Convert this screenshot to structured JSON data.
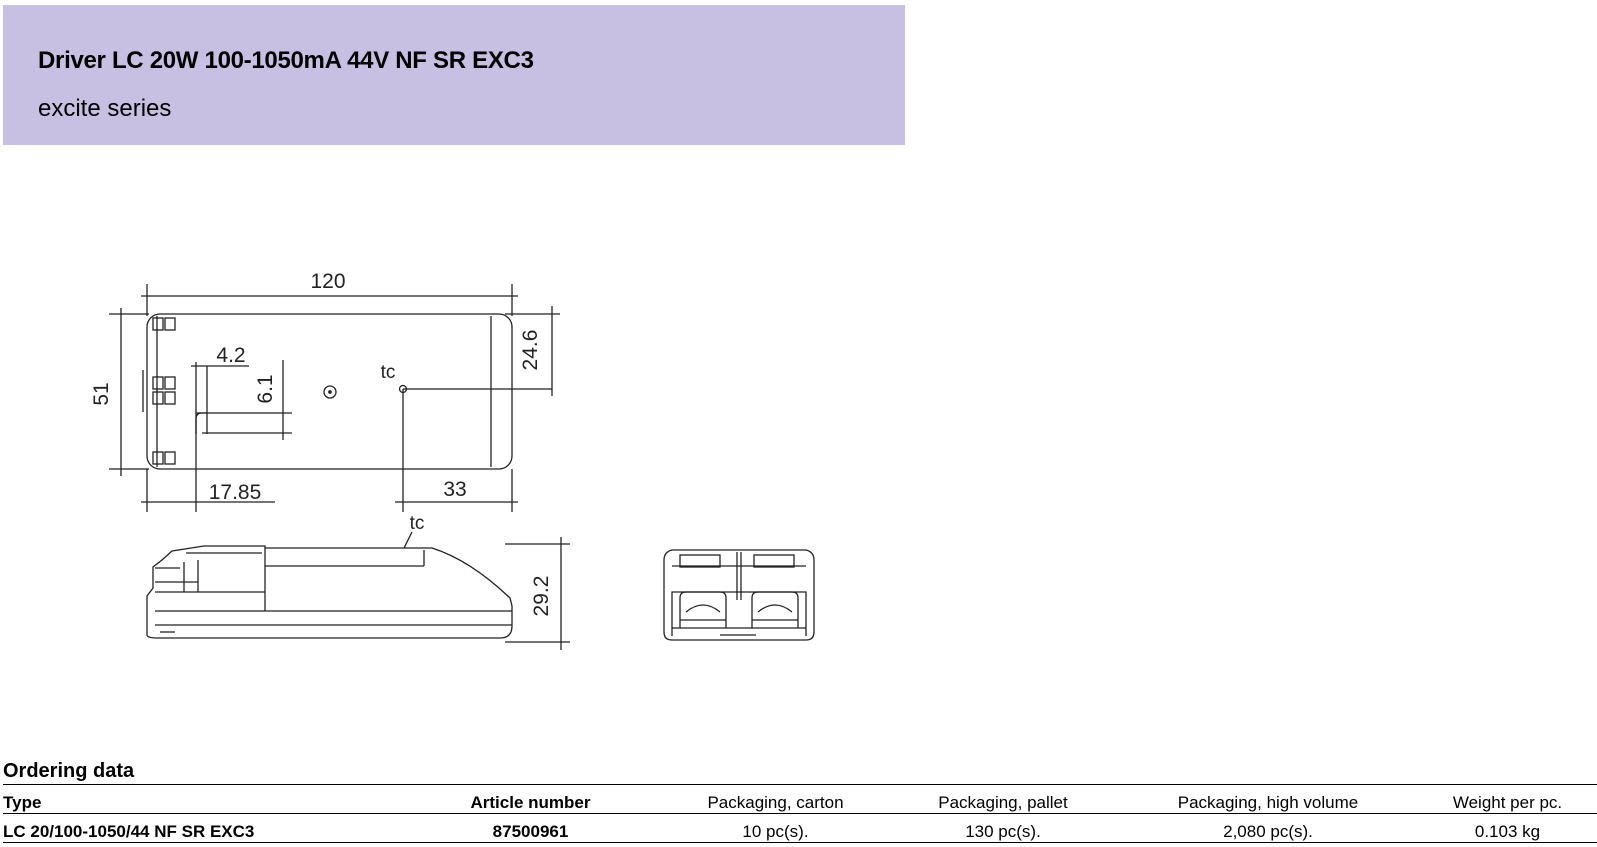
{
  "header": {
    "title": "Driver LC 20W 100-1050mA 44V NF SR EXC3",
    "subtitle": "excite series"
  },
  "drawing": {
    "dim_length": "120",
    "dim_width": "51",
    "dim_side": "24.6",
    "dim_slot_w": "4.2",
    "dim_slot_h": "6.1",
    "dim_hole_x": "17.85",
    "dim_tc_x": "33",
    "dim_height": "29.2",
    "tc_label_top": "tc",
    "tc_label_side": "tc"
  },
  "ordering": {
    "section_title": "Ordering data",
    "columns": [
      "Type",
      "Article number",
      "Packaging, carton",
      "Packaging, pallet",
      "Packaging, high volume",
      "Weight per pc."
    ],
    "rows": [
      [
        "LC 20/100-1050/44 NF SR EXC3",
        "87500961",
        "10 pc(s).",
        "130 pc(s).",
        "2,080 pc(s).",
        "0.103 kg"
      ]
    ]
  }
}
